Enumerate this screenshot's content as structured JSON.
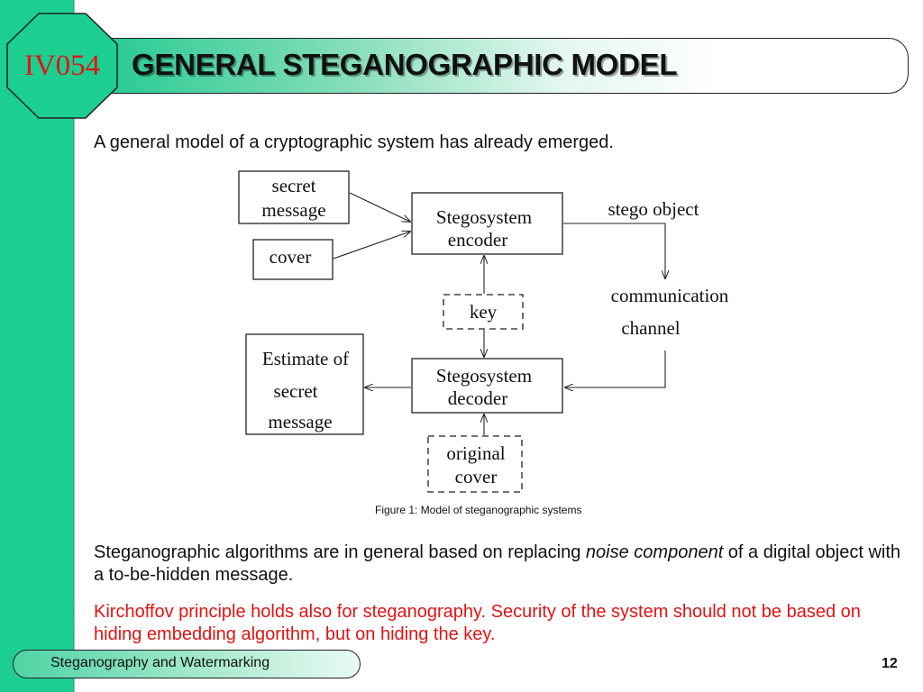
{
  "slide": {
    "course_code": "IV054",
    "title": "GENERAL STEGANOGRAPHIC MODEL",
    "intro": "A general model of a cryptographic system has already emerged.",
    "figure_caption": "Figure 1: Model of steganographic systems",
    "paragraph1": {
      "before": "Steganographic algorithms are in general based on replacing ",
      "emphasis": "noise component",
      "after": " of a digital object with a to-be-hidden message."
    },
    "paragraph2": "Kirchoffov principle holds also for steganography. Security of the system should not be based on hiding embedding algorithm, but on hiding the key.",
    "footer": "Steganography and Watermarking",
    "page_number": "12"
  },
  "diagram": {
    "secret_message": [
      "secret",
      "message"
    ],
    "cover": "cover",
    "encoder": [
      "Stegosystem",
      "encoder"
    ],
    "stego_object": "stego object",
    "channel": [
      "communication",
      "channel"
    ],
    "key": "key",
    "estimate": [
      "Estimate of",
      "secret",
      "message"
    ],
    "decoder": [
      "Stegosystem",
      "decoder"
    ],
    "original_cover": [
      "original",
      "cover"
    ]
  },
  "colors": {
    "accent_green": "#1ccf91",
    "highlight_red": "#e01414",
    "text": "#111111"
  }
}
